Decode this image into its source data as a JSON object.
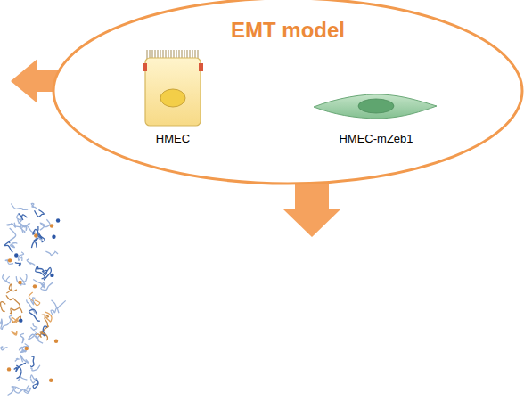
{
  "diagram": {
    "nodes": [
      {
        "text": [
          "EMT model"
        ]
      },
      {
        "text": [
          "HMEC"
        ],
        "in": 0
      },
      {
        "text": [
          "HMEC-mZeb1"
        ],
        "in": 0
      }
    ]
  }
}
